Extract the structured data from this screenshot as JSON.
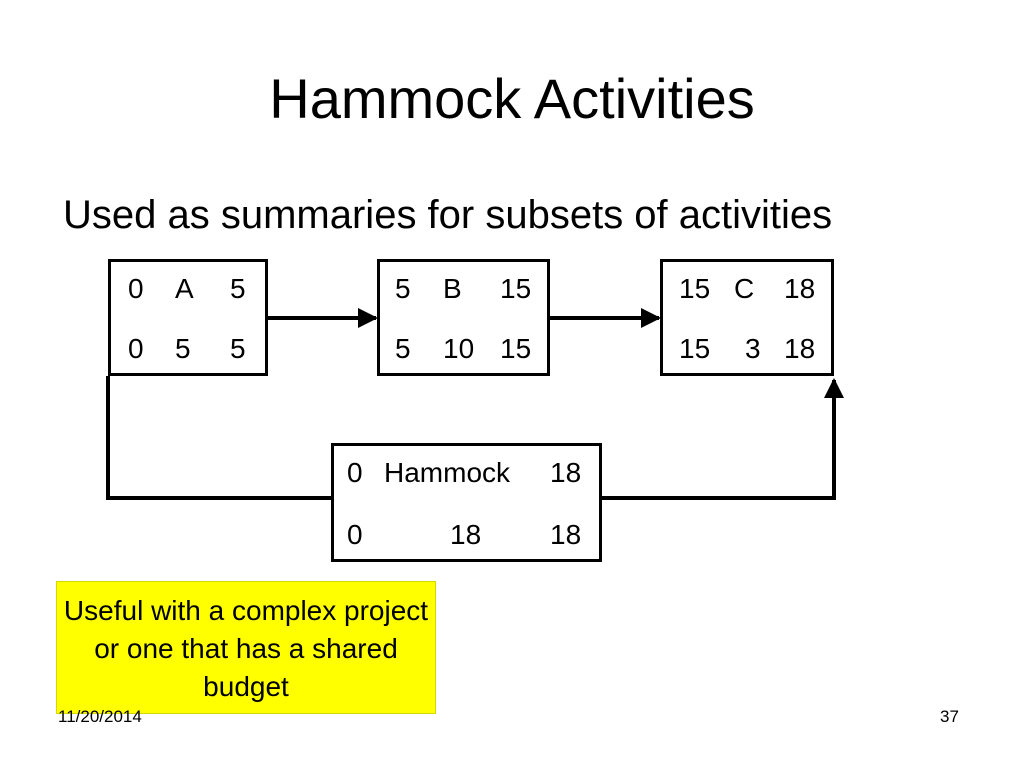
{
  "slide": {
    "title": "Hammock Activities",
    "bullet": "Used as summaries for subsets of activities",
    "note": "Useful with a complex project or one that has a shared budget",
    "footer_date": "11/20/2014",
    "page_number": "37"
  },
  "nodes": {
    "a": {
      "es": "0",
      "name": "A",
      "ef": "5",
      "ls": "0",
      "duration": "5",
      "lf": "5"
    },
    "b": {
      "es": "5",
      "name": "B",
      "ef": "15",
      "ls": "5",
      "duration": "10",
      "lf": "15"
    },
    "c": {
      "es": "15",
      "name": "C",
      "ef": "18",
      "ls": "15",
      "duration": "3",
      "lf": "18"
    },
    "hammock": {
      "es": "0",
      "name": "Hammock",
      "ef": "18",
      "ls": "0",
      "duration": "18",
      "lf": "18"
    }
  },
  "colors": {
    "note_background": "#ffff00",
    "line": "#000000"
  }
}
